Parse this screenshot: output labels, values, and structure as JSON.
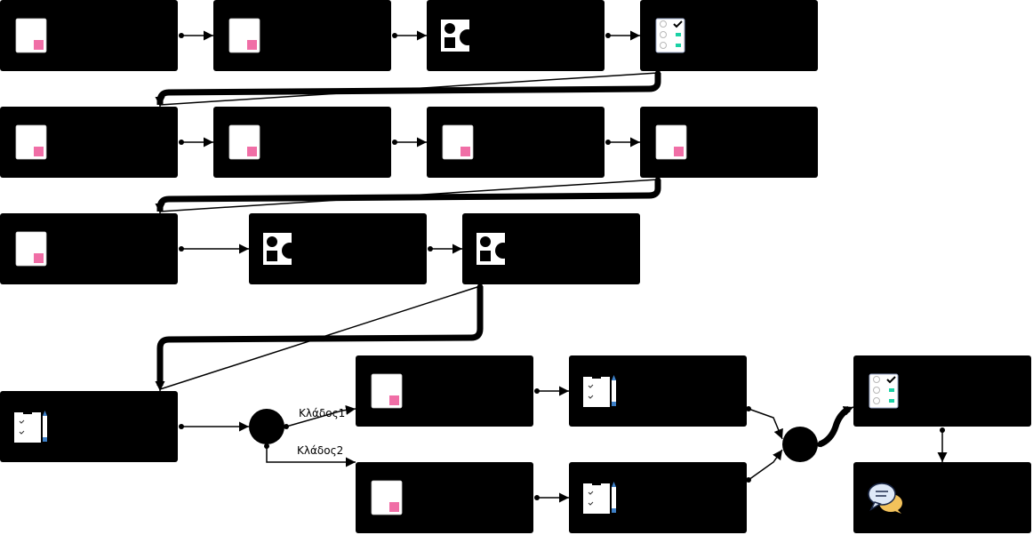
{
  "diagram": {
    "branch_labels": [
      "Κλάδος1",
      "Κλάδος2"
    ],
    "node_fill": "#000000",
    "edge_color": "#000000",
    "icon_colors": {
      "paper": "#ffffff",
      "pink": "#f06ea6",
      "teal": "#1ad1a5",
      "pencil": "#3d7fc6",
      "bubble_light": "#dfe9f7",
      "bubble_warm": "#f3c25b"
    },
    "nodes": [
      {
        "id": "r1c1",
        "icon": "document-pink-icon"
      },
      {
        "id": "r1c2",
        "icon": "document-pink-icon"
      },
      {
        "id": "r1c3",
        "icon": "shapes-icon"
      },
      {
        "id": "r1c4",
        "icon": "checklist-icon"
      },
      {
        "id": "r2c1",
        "icon": "document-pink-icon"
      },
      {
        "id": "r2c2",
        "icon": "document-pink-icon"
      },
      {
        "id": "r2c3",
        "icon": "document-pink-icon"
      },
      {
        "id": "r2c4",
        "icon": "document-pink-icon"
      },
      {
        "id": "r3c1",
        "icon": "document-pink-icon"
      },
      {
        "id": "r3c2",
        "icon": "shapes-icon"
      },
      {
        "id": "r3c3",
        "icon": "shapes-icon"
      },
      {
        "id": "r4c1",
        "icon": "clipboard-pencil-icon"
      },
      {
        "id": "split",
        "icon": "gateway-icon"
      },
      {
        "id": "b1a",
        "icon": "document-pink-icon"
      },
      {
        "id": "b1b",
        "icon": "clipboard-pencil-icon"
      },
      {
        "id": "b2a",
        "icon": "document-pink-icon"
      },
      {
        "id": "b2b",
        "icon": "clipboard-pencil-icon"
      },
      {
        "id": "merge",
        "icon": "gateway-icon"
      },
      {
        "id": "final1",
        "icon": "checklist-icon"
      },
      {
        "id": "final2",
        "icon": "chat-bubbles-icon"
      }
    ]
  }
}
